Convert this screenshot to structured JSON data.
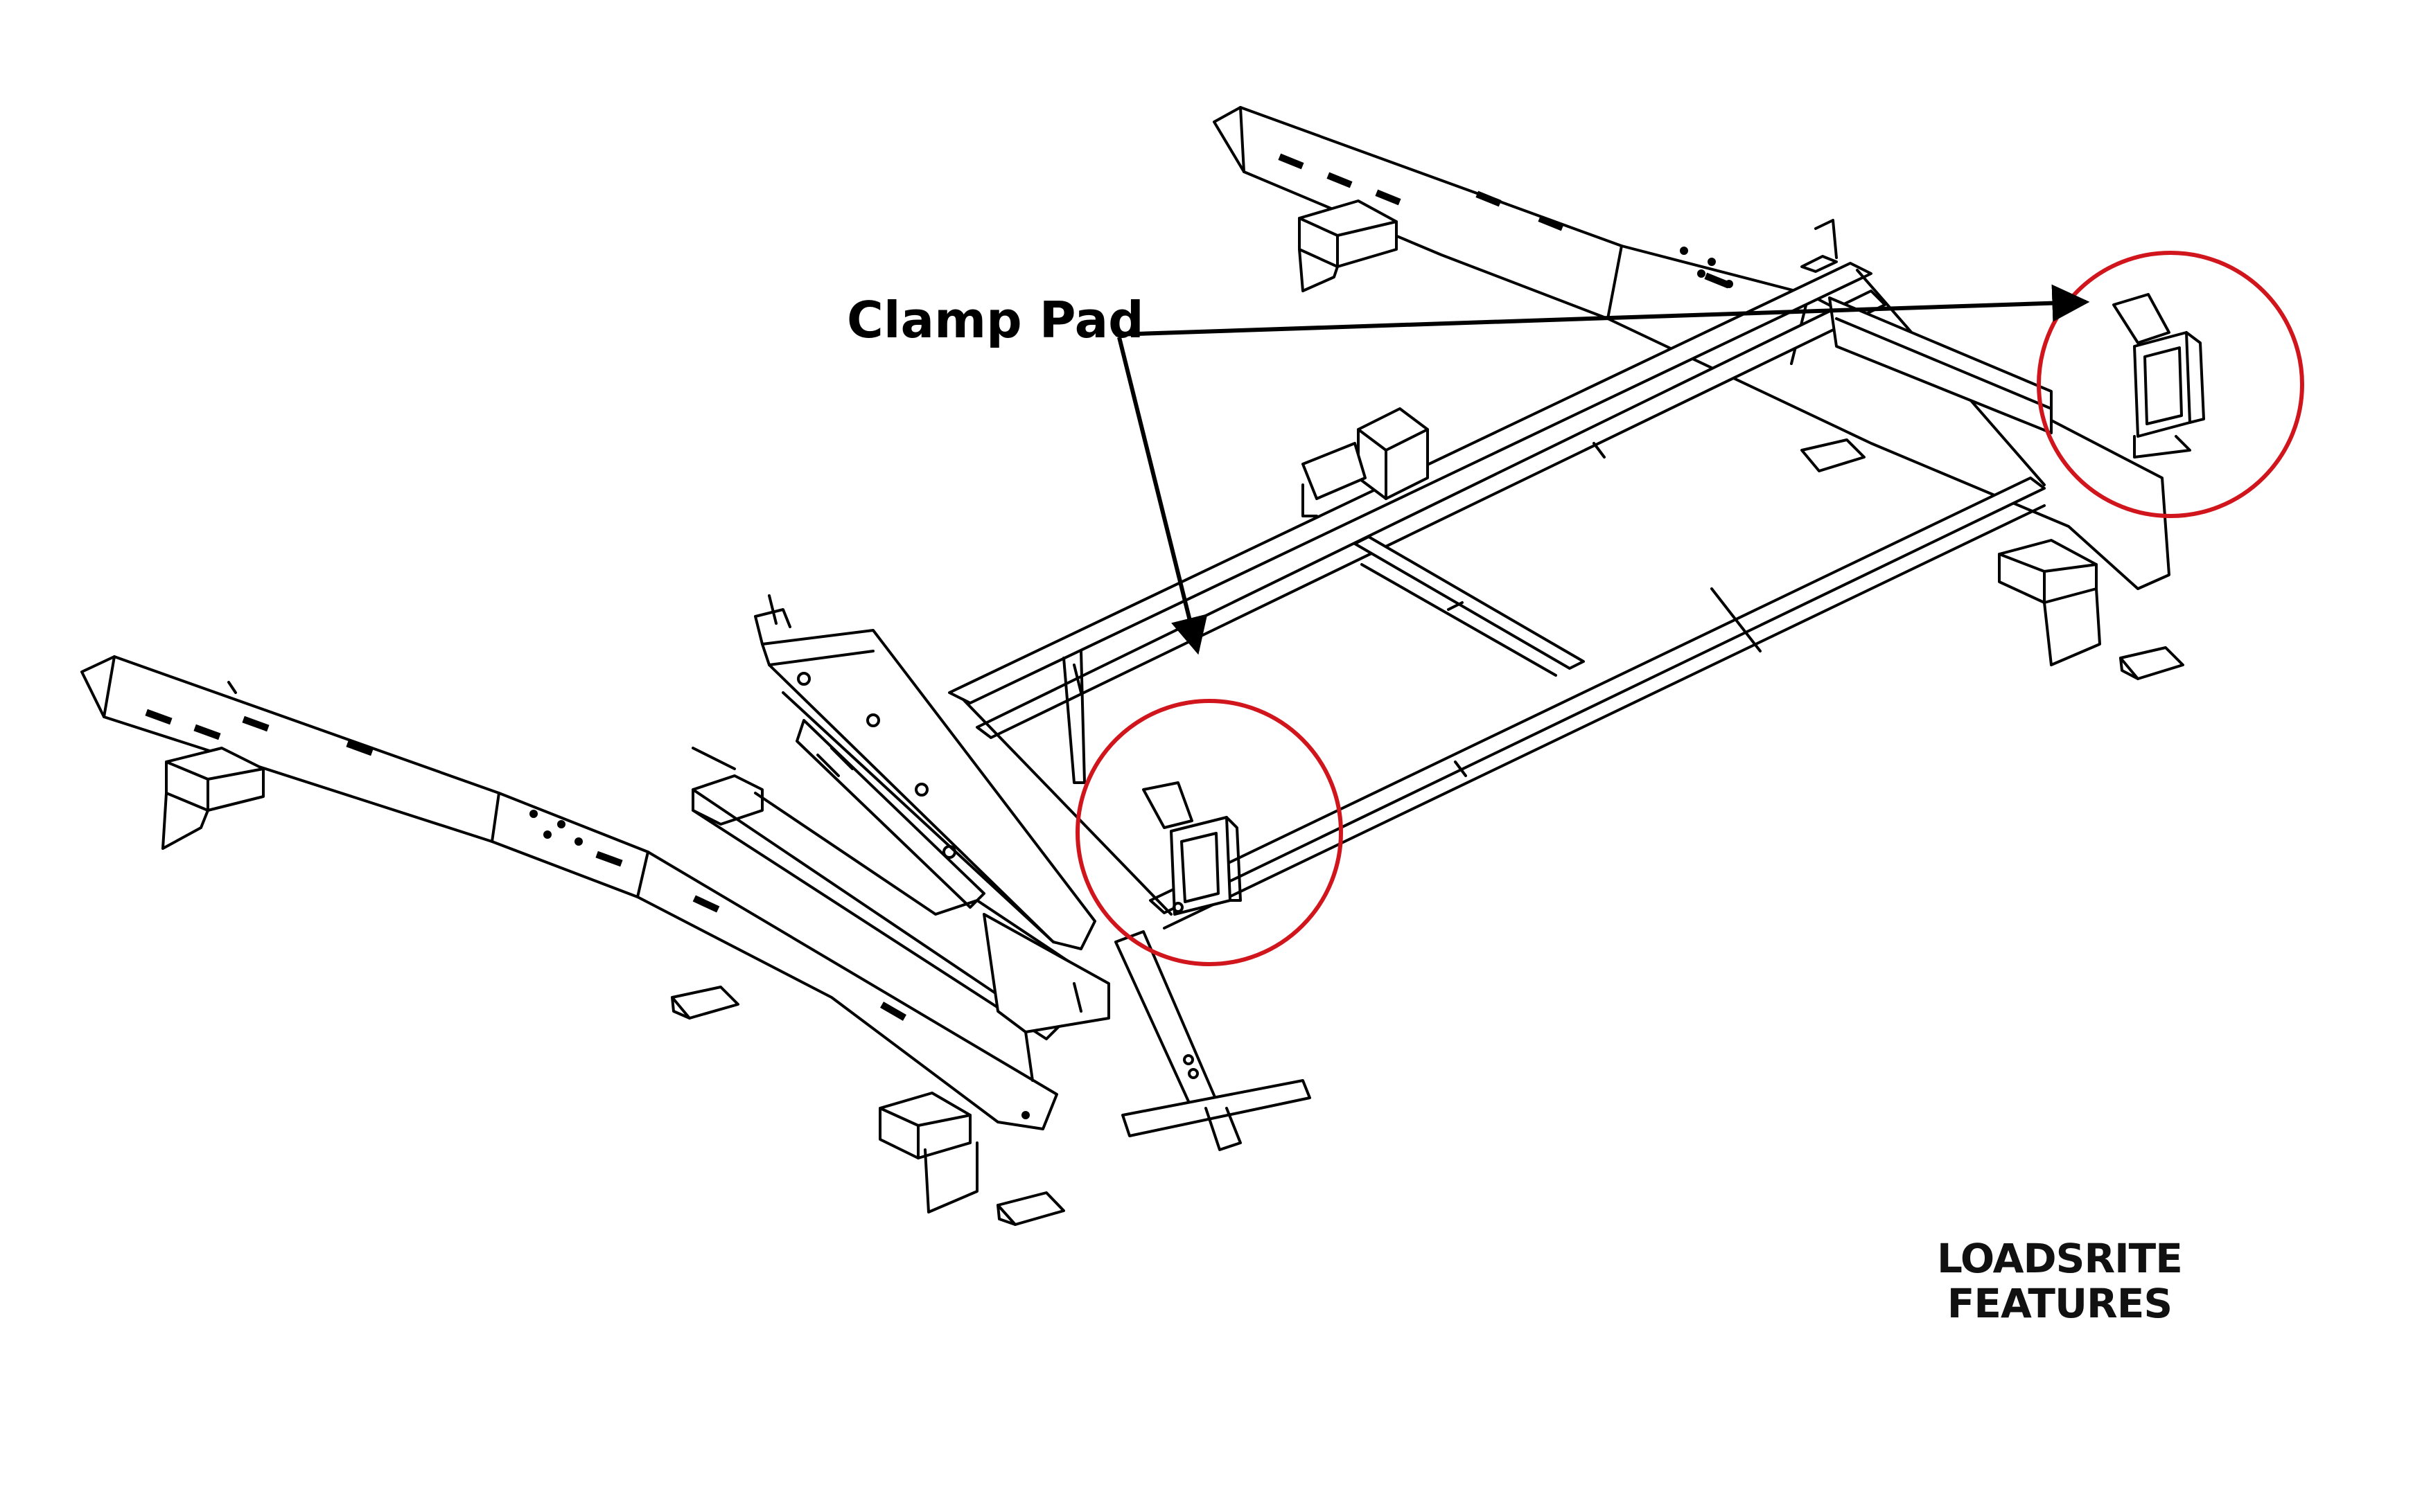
{
  "diagram": {
    "callout_label": "Clamp Pad",
    "brand_line1": "LOADSRITE",
    "brand_line2": "FEATURES",
    "colors": {
      "line": "#000000",
      "highlight_circle": "#d0161c",
      "background": "#ffffff"
    }
  }
}
